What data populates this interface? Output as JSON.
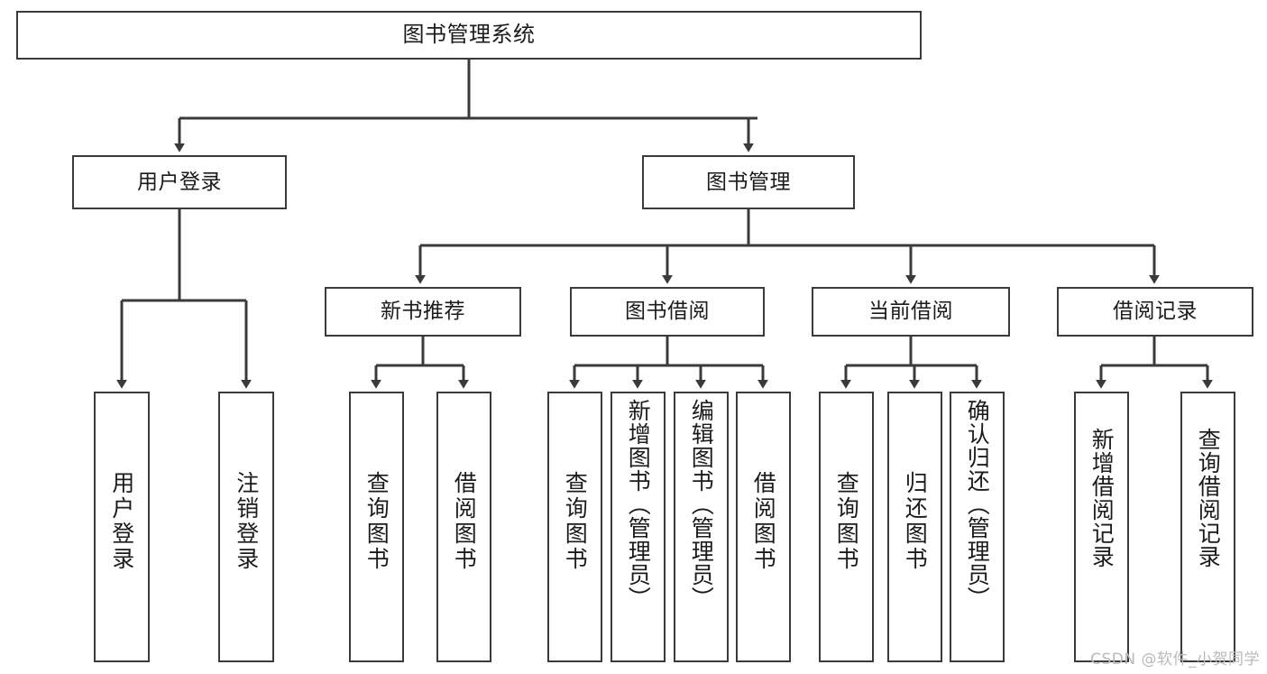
{
  "diagram": {
    "title": "图书管理系统",
    "type": "tree-hierarchy",
    "watermark": "CSDN @软件_小贺同学",
    "colors": {
      "stroke": "#3a3a3a",
      "fill": "#ffffff",
      "text": "#1b1b1b",
      "watermark": "#b9b9b9"
    },
    "nodes": {
      "root": {
        "label": "图书管理系统"
      },
      "level2": [
        {
          "id": "user-login",
          "label": "用户登录"
        },
        {
          "id": "book-manage",
          "label": "图书管理"
        }
      ],
      "level3": [
        {
          "id": "new-book-rec",
          "label": "新书推荐"
        },
        {
          "id": "book-borrow",
          "label": "图书借阅"
        },
        {
          "id": "current-borrow",
          "label": "当前借阅"
        },
        {
          "id": "borrow-record",
          "label": "借阅记录"
        }
      ],
      "leaves": {
        "user_login": [
          {
            "id": "leaf-user-login",
            "label": "用户登录"
          },
          {
            "id": "leaf-user-logout",
            "label": "注销登录"
          }
        ],
        "new_book_rec": [
          {
            "id": "leaf-query-book-1",
            "label": "查询图书"
          },
          {
            "id": "leaf-borrow-book-1",
            "label": "借阅图书"
          }
        ],
        "book_borrow": [
          {
            "id": "leaf-query-book-2",
            "label": "查询图书"
          },
          {
            "id": "leaf-add-book",
            "label": "新增图书（管理员）"
          },
          {
            "id": "leaf-edit-book",
            "label": "编辑图书（管理员）"
          },
          {
            "id": "leaf-borrow-book-2",
            "label": "借阅图书"
          }
        ],
        "current_borrow": [
          {
            "id": "leaf-query-book-3",
            "label": "查询图书"
          },
          {
            "id": "leaf-return-book",
            "label": "归还图书"
          },
          {
            "id": "leaf-confirm-return",
            "label": "确认归还（管理员）"
          }
        ],
        "borrow_record": [
          {
            "id": "leaf-add-record",
            "label": "新增借阅记录"
          },
          {
            "id": "leaf-query-record",
            "label": "查询借阅记录"
          }
        ]
      }
    }
  }
}
